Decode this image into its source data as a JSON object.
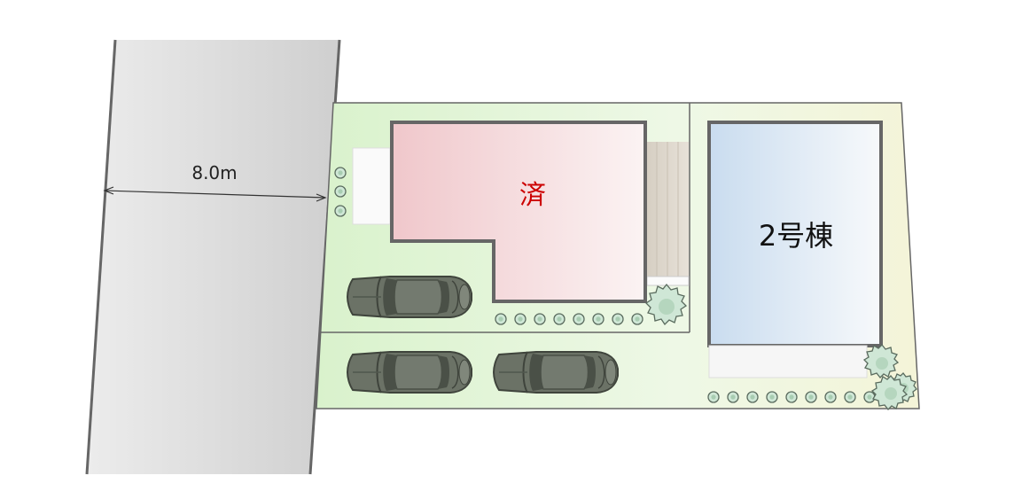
{
  "road": {
    "width_label": "8.0m"
  },
  "buildings": {
    "sold": {
      "label": "済",
      "label_color": "#cc0000"
    },
    "building2": {
      "label": "2号棟",
      "label_color": "#111111"
    }
  },
  "colors": {
    "lot_fill": "#e6f6d9",
    "road_fill": "#d9d9d9",
    "outline": "#666666",
    "car_body": "#6b7266",
    "shrub": "#cfe7d6",
    "deck": "#d9d4ca"
  }
}
